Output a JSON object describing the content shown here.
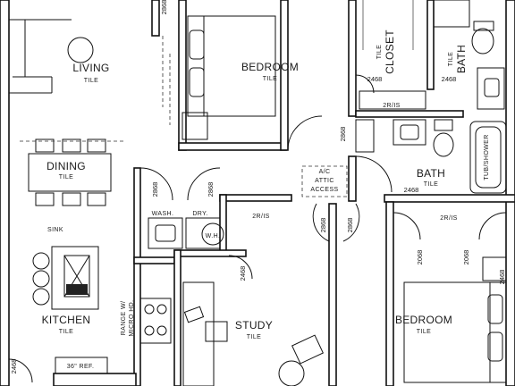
{
  "rooms": {
    "living": {
      "name": "LIVING",
      "floor": "TILE"
    },
    "bedroom_top": {
      "name": "BEDROOM",
      "floor": "TILE"
    },
    "tile": {
      "name": "TILE"
    },
    "closet": {
      "name": "CLOSET"
    },
    "tile_bath": {
      "name": "TILE"
    },
    "bath_top": {
      "name": "BATH"
    },
    "dining": {
      "name": "DINING",
      "floor": "TILE"
    },
    "bath": {
      "name": "BATH",
      "floor": "TILE"
    },
    "kitchen": {
      "name": "KITCHEN",
      "floor": "TILE"
    },
    "study": {
      "name": "STUDY",
      "floor": "TILE"
    },
    "bedroom_bot": {
      "name": "BEDROOM",
      "floor": "TILE"
    }
  },
  "labels": {
    "sink": "SINK",
    "wash": "WASH.",
    "dry": "DRY.",
    "wh": "W.H.",
    "attic_1": "A/C",
    "attic_2": "ATTIC",
    "attic_3": "ACCESS",
    "shower": "TUB/SHOWER",
    "range": "RANGE W/",
    "micro": "MICRO HD.",
    "ref": "36\" REF.",
    "shelf_1": "2R/IS",
    "shelf_2": "2R/IS",
    "shelf_3": "2R/IS"
  },
  "doors": {
    "d1": "2468",
    "d2": "2468",
    "d3": "2868",
    "d4": "2868",
    "d5": "2868",
    "d6": "2868",
    "d7": "2868",
    "d8": "2468",
    "d9": "2468",
    "d10": "2068",
    "d11": "2068",
    "d12": "2468",
    "d13": "2468",
    "d14": "2868"
  }
}
